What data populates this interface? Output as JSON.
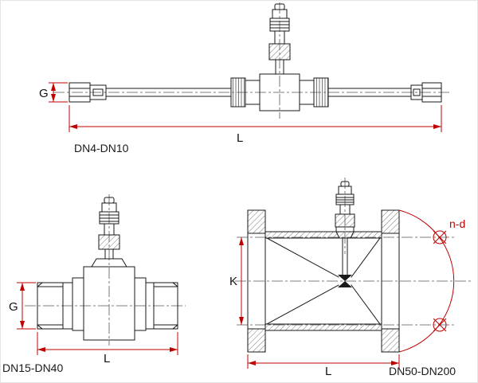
{
  "colors": {
    "line": "#1a1a1a",
    "dimension": "#c00000",
    "background": "#ffffff"
  },
  "drawings": [
    {
      "caption": "DN4-DN10",
      "labels": {
        "g": "G",
        "l": "L"
      }
    },
    {
      "caption": "DN15-DN40",
      "labels": {
        "g": "G",
        "l": "L"
      }
    },
    {
      "caption": "DN50-DN200",
      "labels": {
        "k": "K",
        "l": "L",
        "bolt": "n-d"
      }
    }
  ]
}
